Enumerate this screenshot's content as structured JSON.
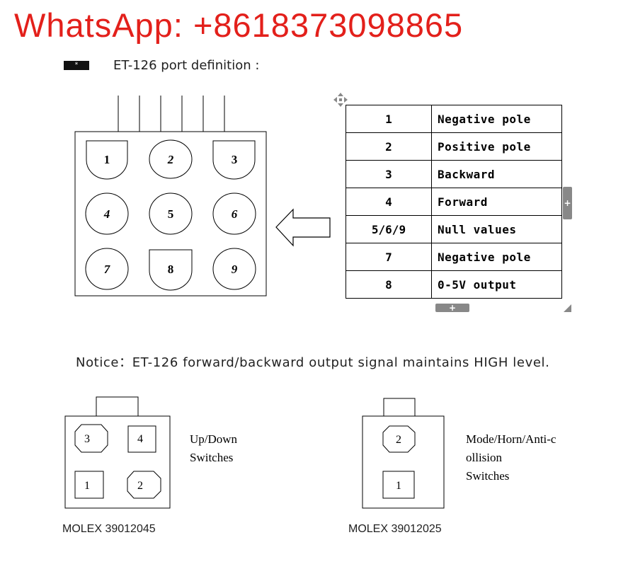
{
  "watermark": "WhatsApp: +8618373098865",
  "heading": {
    "badge": "* ",
    "title": "ET-126 port definition :"
  },
  "connector9": {
    "pins": [
      "1",
      "2",
      "3",
      "4",
      "5",
      "6",
      "7",
      "8",
      "9"
    ]
  },
  "port_table": {
    "rows": [
      {
        "pin": "1",
        "desc": "Negative pole"
      },
      {
        "pin": "2",
        "desc": "Positive pole"
      },
      {
        "pin": "3",
        "desc": "Backward"
      },
      {
        "pin": "4",
        "desc": "Forward"
      },
      {
        "pin": "5/6/9",
        "desc": "Null values"
      },
      {
        "pin": "7",
        "desc": "Negative pole"
      },
      {
        "pin": "8",
        "desc": "0-5V output"
      }
    ],
    "handle_plus": "+"
  },
  "notice": "Notice：ET-126 forward/backward output signal maintains HIGH level.",
  "molex4": {
    "pins": [
      "3",
      "4",
      "1",
      "2"
    ],
    "label_lines": [
      "Up/Down",
      "Switches"
    ],
    "part": "MOLEX 39012045"
  },
  "molex2": {
    "pins": [
      "2",
      "1"
    ],
    "label_lines": [
      "Mode/Horn/Anti-c",
      "ollision",
      "Switches"
    ],
    "part": "MOLEX 39012025"
  },
  "colors": {
    "watermark": "#e3201b",
    "line": "#000000",
    "handle": "#888888"
  }
}
